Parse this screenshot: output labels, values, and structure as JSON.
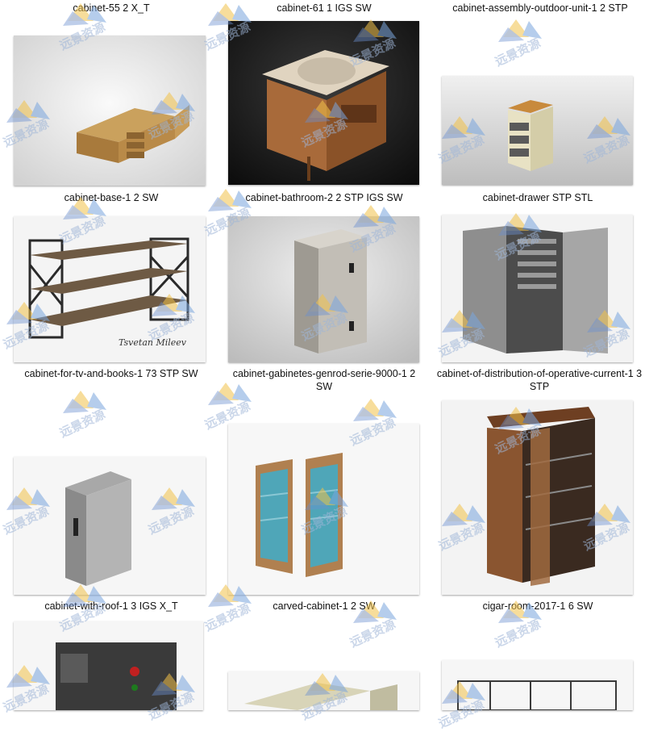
{
  "files": [
    {
      "name": "cabinet-55 2 X_T"
    },
    {
      "name": "cabinet-61 1 IGS SW"
    },
    {
      "name": "cabinet-assembly-outdoor-unit-1 2 STP"
    },
    {
      "name": "cabinet-base-1 2 SW"
    },
    {
      "name": "cabinet-bathroom-2 2 STP IGS SW"
    },
    {
      "name": "cabinet-drawer STP STL"
    },
    {
      "name": "cabinet-for-tv-and-books-1 73 STP SW"
    },
    {
      "name": "cabinet-gabinetes-genrod-serie-9000-1 2 SW"
    },
    {
      "name": "cabinet-of-distribution-of-operative-current-1 3 STP"
    },
    {
      "name": "cabinet-with-roof-1 3 IGS X_T"
    },
    {
      "name": "carved-cabinet-1 2 SW"
    },
    {
      "name": "cigar-room-2017-1 6 SW"
    }
  ],
  "image_text": {
    "signature": "Tsvetan Mileev"
  },
  "watermark": {
    "text": "远景资源",
    "color": "#9fb6d8"
  },
  "icons": [
    "watermark-logo-icon"
  ]
}
